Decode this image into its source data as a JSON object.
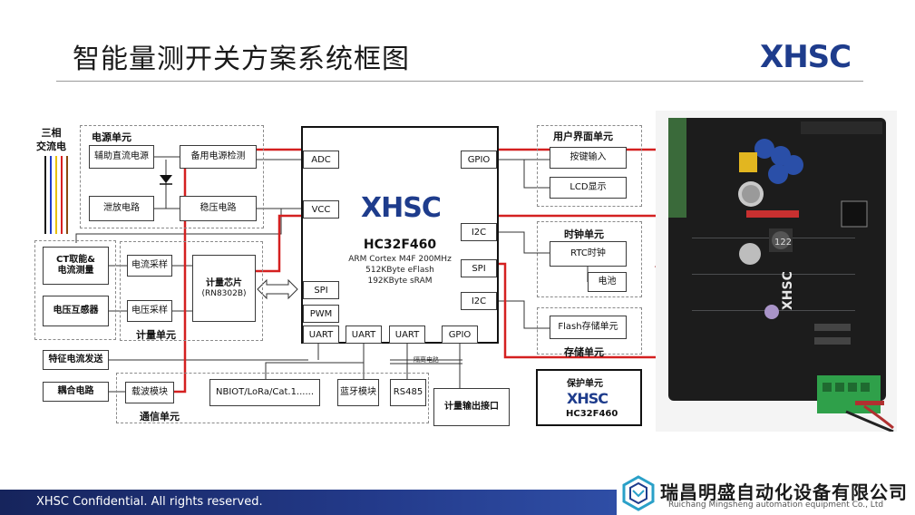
{
  "slide": {
    "title": "智能量测开关方案系统框图",
    "logo": "XHSC",
    "footer": "XHSC Confidential. All rights reserved.",
    "company_cn": "瑞昌明盛自动化设备有限公司",
    "company_en": "Ruichang Mingsheng automation equipment Co., Ltd"
  },
  "left": {
    "three_phase": "三相\n交流电",
    "ct_box": "CT取能&\n电流测量",
    "voltage_transformer": "电压互感器",
    "feature_current": "特征电流发送",
    "coupling": "耦合电路"
  },
  "power_unit": {
    "title": "电源单元",
    "aux_dc": "辅助直流电源",
    "backup_detect": "备用电源检测",
    "discharge": "泄放电路",
    "regulator": "稳压电路"
  },
  "metering_unit": {
    "title": "计量单元",
    "current_sample": "电流采样",
    "voltage_sample": "电压采样",
    "chip": "计量芯片",
    "chip_model": "(RN8302B)",
    "spi": "SPI",
    "pwm": "PWM"
  },
  "mcu": {
    "logo": "XHSC",
    "name": "HC32F460",
    "spec1": "ARM Cortex M4F 200MHz",
    "spec2": "512KByte eFlash",
    "spec3": "192KByte sRAM",
    "pins": {
      "adc": "ADC",
      "vcc": "VCC",
      "gpio_top": "GPIO",
      "i2c_top": "I2C",
      "spi_right": "SPI",
      "i2c_bottom": "I2C",
      "uart1": "UART",
      "uart2": "UART",
      "uart3": "UART",
      "gpio_bottom": "GPIO"
    }
  },
  "comm_unit": {
    "title": "通信单元",
    "carrier": "载波模块",
    "nbiot": "NBIOT/LoRa/Cat.1......",
    "bluetooth": "蓝牙模块",
    "rs485": "RS485",
    "isolation": "隔离电路"
  },
  "metering_output": "计量输出接口",
  "ui_unit": {
    "title": "用户界面单元",
    "keys": "按键输入",
    "lcd": "LCD显示"
  },
  "clock_unit": {
    "title": "时钟单元",
    "rtc": "RTC时钟",
    "battery": "电池"
  },
  "storage_unit": {
    "title": "存储单元",
    "flash": "Flash存储单元"
  },
  "protect_unit": {
    "title": "保护单元",
    "logo": "XHSC",
    "chip": "HC32F460"
  },
  "photo": {
    "board_logo": "XHSC",
    "inductor": "122"
  },
  "colors": {
    "accent_red": "#d42020",
    "brand_blue": "#1e3c8c",
    "footer_blue": "#16245c",
    "board_black": "#1c1c1c",
    "terminal_green": "#2fa04a"
  }
}
